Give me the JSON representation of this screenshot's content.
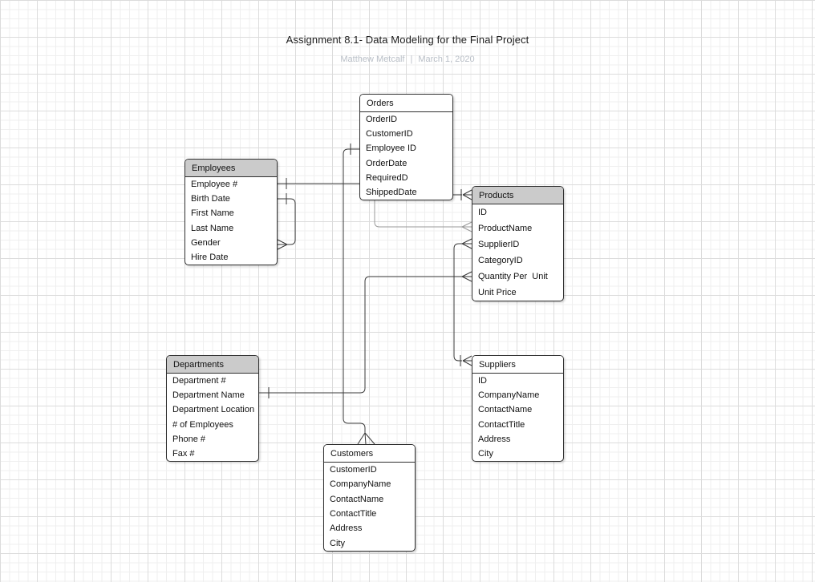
{
  "title": "Assignment 8.1- Data Modeling for the Final Project",
  "byline": {
    "author": "Matthew Metcalf",
    "separator": "|",
    "date": "March 1, 2020"
  },
  "colors": {
    "canvas_bg": "#ffffff",
    "grid_minor": "#efefef",
    "grid_major": "#dcdcdc",
    "entity_header_gray": "#cbcbcb",
    "entity_border": "#2f2f2f",
    "connector": "#3a3a3a",
    "connector_gray": "#999999",
    "byline_text": "#b9bfc7"
  },
  "tables": [
    {
      "name": "Orders",
      "header_style": "white",
      "fields": [
        "OrderID",
        "CustomerID",
        "Employee ID",
        "OrderDate",
        "RequiredD",
        "ShippedDate"
      ]
    },
    {
      "name": "Employees",
      "header_style": "gray",
      "fields": [
        "Employee #",
        "Birth Date",
        "First Name",
        "Last Name",
        "Gender",
        "Hire Date"
      ]
    },
    {
      "name": "Products",
      "header_style": "gray",
      "fields": [
        "ID",
        "ProductName",
        "SupplierID",
        "CategoryID",
        "Quantity Per  Unit",
        "Unit Price"
      ]
    },
    {
      "name": "Departments",
      "header_style": "gray",
      "fields": [
        "Department #",
        "Department Name",
        "Department Location",
        "# of Employees",
        "Phone #",
        "Fax #"
      ]
    },
    {
      "name": "Customers",
      "header_style": "white",
      "fields": [
        "CustomerID",
        "CompanyName",
        "ContactName",
        "ContactTitle",
        "Address",
        "City"
      ]
    },
    {
      "name": "Suppliers",
      "header_style": "white",
      "fields": [
        "ID",
        "CompanyName",
        "ContactName",
        "ContactTitle",
        "Address",
        "City"
      ]
    }
  ],
  "relationships": [
    {
      "from": "Employees.Employee #",
      "to": "Orders.RequiredD",
      "from_marker": "one",
      "to_marker": "none"
    },
    {
      "from": "Employees.Birth Date",
      "to": "Employees.Gender",
      "from_marker": "one",
      "to_marker": "many",
      "type": "self-reference"
    },
    {
      "from": "Orders.Employee ID",
      "to": "Customers",
      "from_marker": "one",
      "to_marker": "many"
    },
    {
      "from": "Orders",
      "to": "Products.ProductName",
      "from_marker": "none",
      "to_marker": "many",
      "style": "gray"
    },
    {
      "from": "Orders.ShippedDate",
      "to": "Products",
      "from_marker": "none",
      "to_marker": "one-many"
    },
    {
      "from": "Departments.Department Name",
      "to": "Products.Quantity Per Unit",
      "from_marker": "one",
      "to_marker": "many"
    },
    {
      "from": "Products.SupplierID",
      "to": "Suppliers",
      "from_marker": "many",
      "to_marker": "one-many"
    }
  ]
}
